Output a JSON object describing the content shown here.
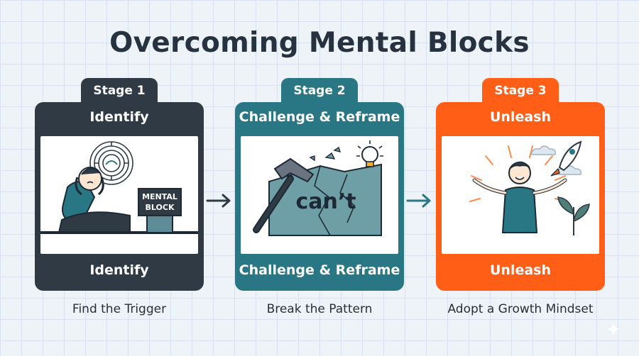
{
  "title": "Overcoming Mental Blocks",
  "stages": [
    {
      "tab": "Stage 1",
      "heading": "Identify",
      "footer": "Identify",
      "caption": "Find the Trigger",
      "sign_line1": "MENTAL",
      "sign_line2": "BLOCK",
      "color": "#2f3a45"
    },
    {
      "tab": "Stage 2",
      "heading": "Challenge & Reframe",
      "footer": "Challenge & Reframe",
      "caption": "Break the Pattern",
      "wall_word": "can’t",
      "color": "#297684"
    },
    {
      "tab": "Stage 3",
      "heading": "Unleash",
      "footer": "Unleash",
      "caption": "Adopt a Growth Mindset",
      "color": "#ff5e16"
    }
  ],
  "icons": {
    "stage1": [
      "maze-head-icon",
      "sad-person-icon",
      "sign-icon"
    ],
    "stage2": [
      "hammer-icon",
      "cracked-wall-icon",
      "lightbulb-icon"
    ],
    "stage3": [
      "happy-person-icon",
      "rocket-icon",
      "cloud-icon",
      "plant-icon"
    ],
    "connectors": [
      "arrow-right-icon",
      "arrow-right-icon"
    ],
    "corner": "sparkle-icon"
  }
}
